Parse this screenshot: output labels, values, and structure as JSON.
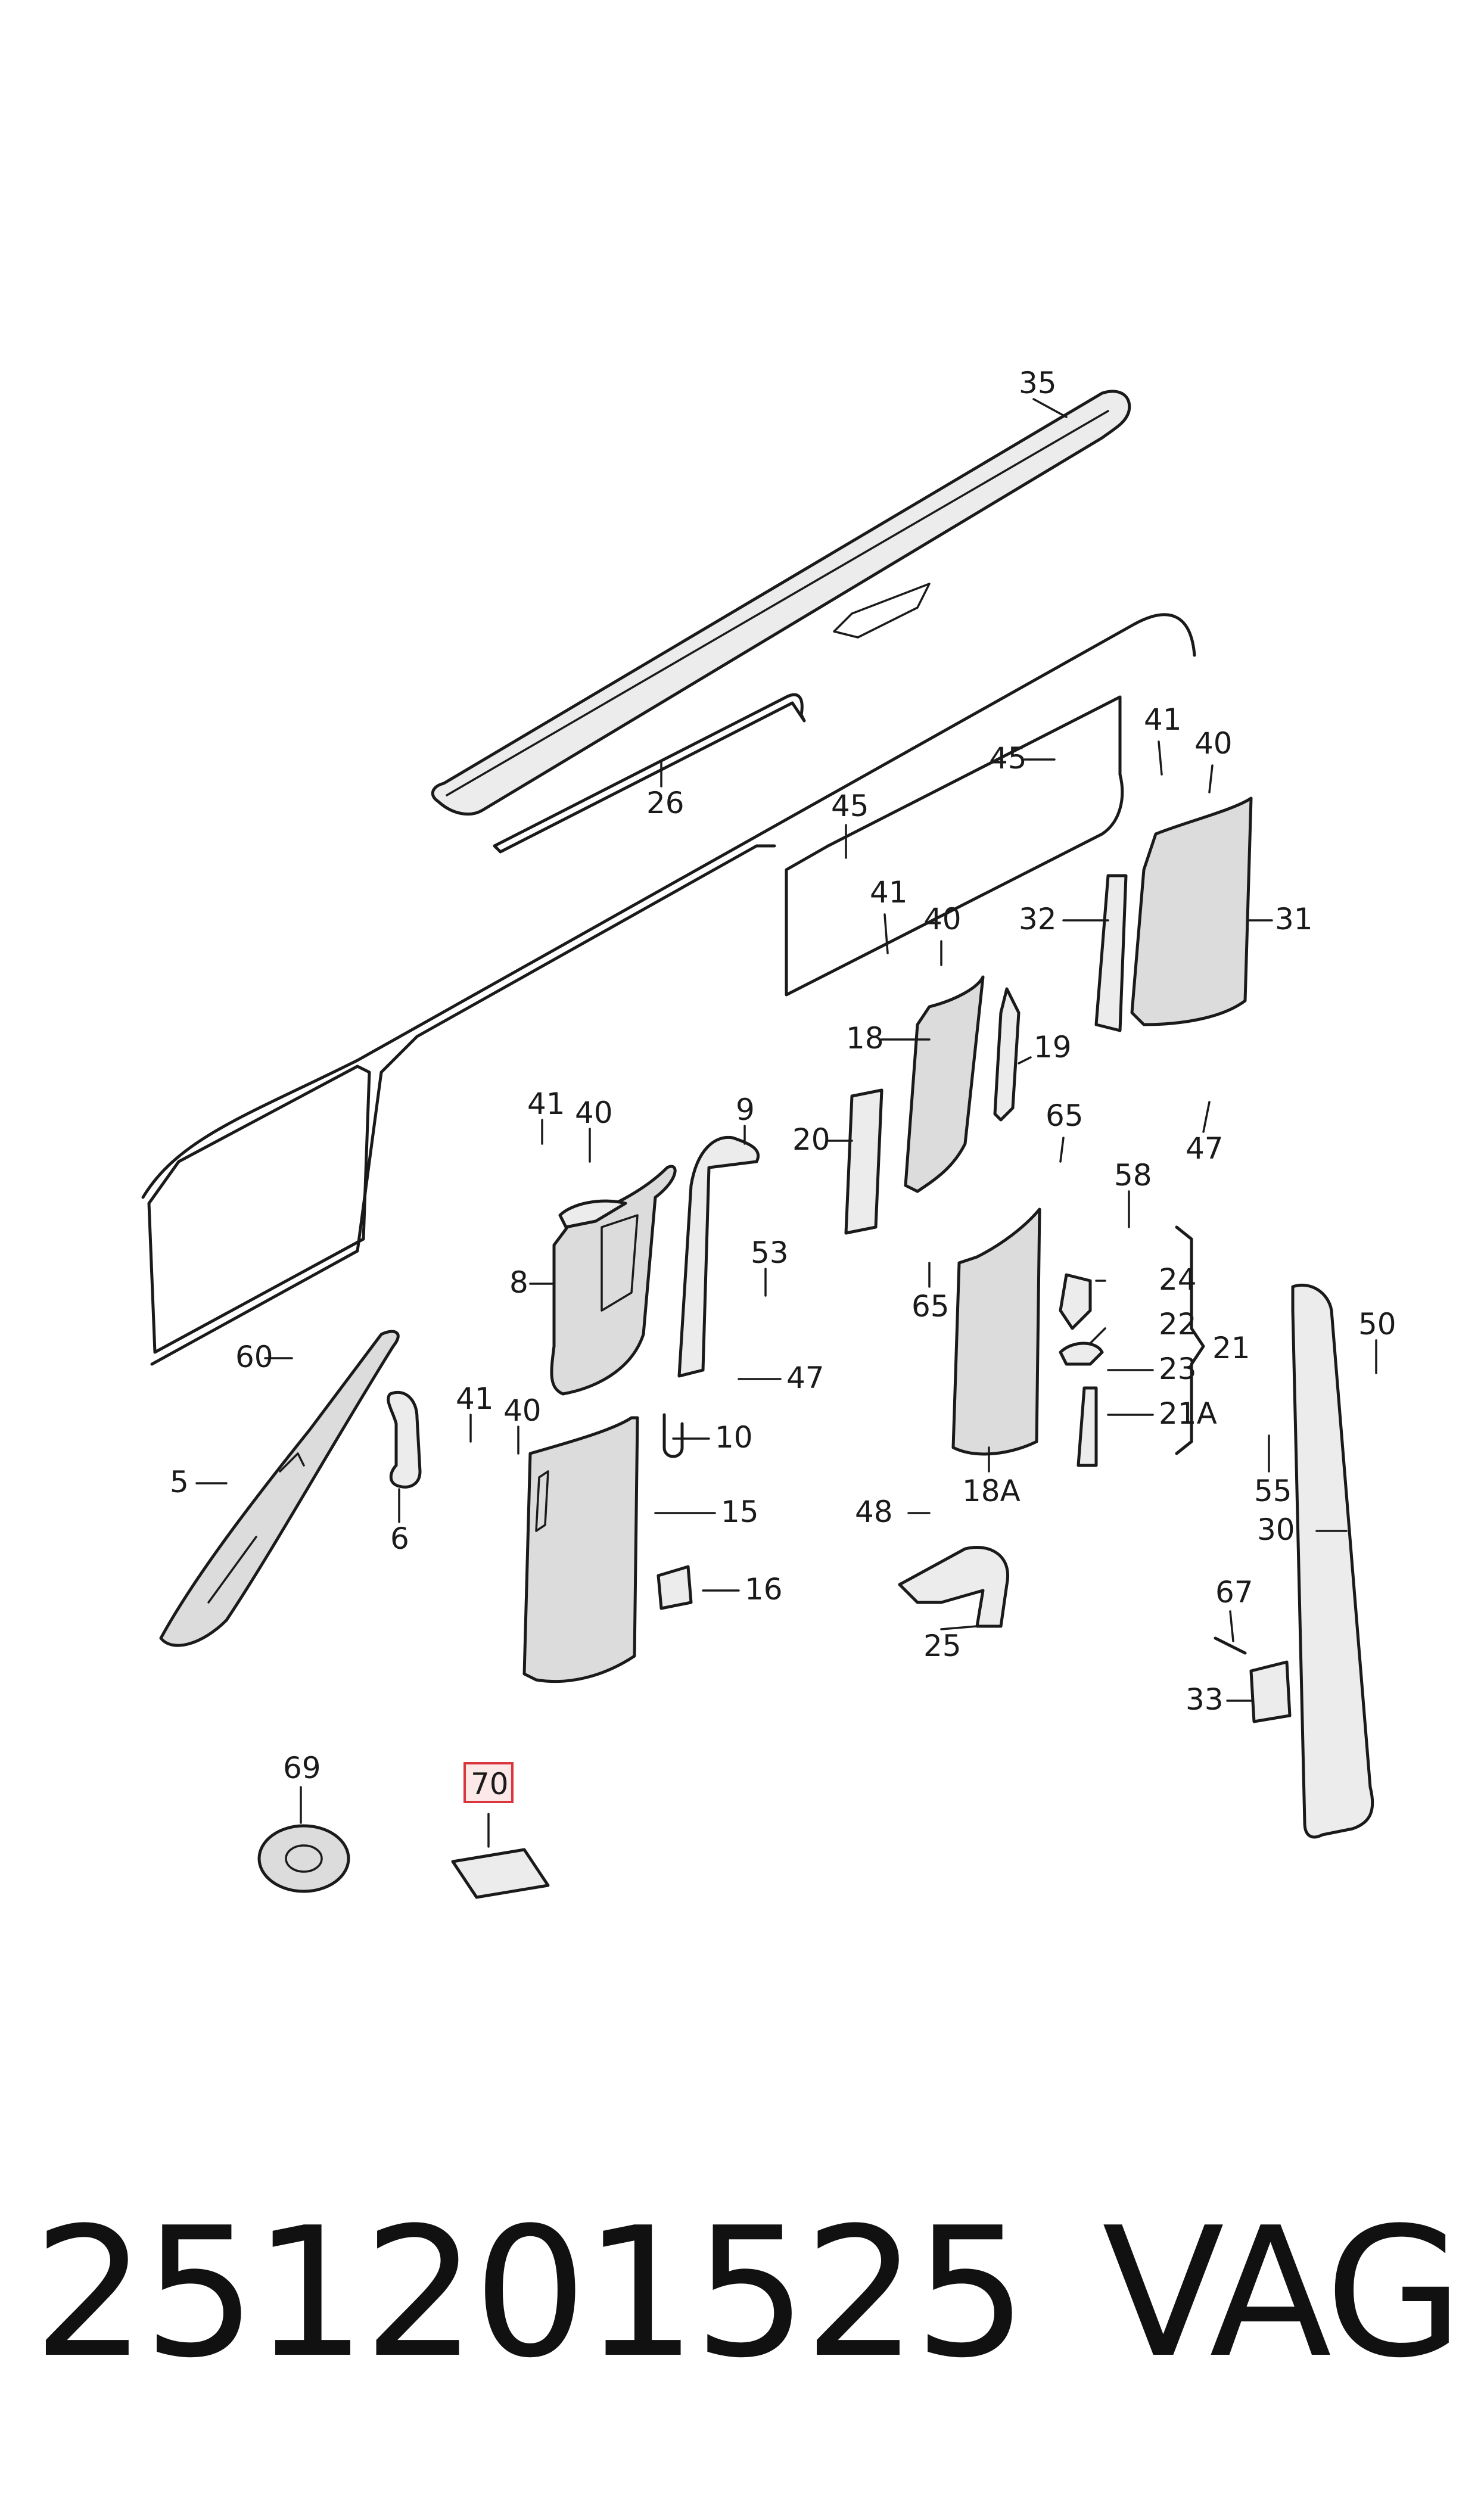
{
  "diagram": {
    "callouts": [
      {
        "id": "35",
        "text": "35"
      },
      {
        "id": "26",
        "text": "26"
      },
      {
        "id": "45a",
        "text": "45"
      },
      {
        "id": "45b",
        "text": "45"
      },
      {
        "id": "41a",
        "text": "41"
      },
      {
        "id": "40a",
        "text": "40"
      },
      {
        "id": "41b",
        "text": "41"
      },
      {
        "id": "40b",
        "text": "40"
      },
      {
        "id": "32",
        "text": "32"
      },
      {
        "id": "31",
        "text": "31"
      },
      {
        "id": "18",
        "text": "18"
      },
      {
        "id": "19",
        "text": "19"
      },
      {
        "id": "65a",
        "text": "65"
      },
      {
        "id": "20",
        "text": "20"
      },
      {
        "id": "47a",
        "text": "47"
      },
      {
        "id": "9",
        "text": "9"
      },
      {
        "id": "41c",
        "text": "41"
      },
      {
        "id": "40c",
        "text": "40"
      },
      {
        "id": "58",
        "text": "58"
      },
      {
        "id": "53",
        "text": "53"
      },
      {
        "id": "8",
        "text": "8"
      },
      {
        "id": "65b",
        "text": "65"
      },
      {
        "id": "24",
        "text": "24"
      },
      {
        "id": "22",
        "text": "22"
      },
      {
        "id": "21",
        "text": "21"
      },
      {
        "id": "23",
        "text": "23"
      },
      {
        "id": "21A",
        "text": "21A"
      },
      {
        "id": "50",
        "text": "50"
      },
      {
        "id": "60",
        "text": "60"
      },
      {
        "id": "47b",
        "text": "47"
      },
      {
        "id": "41d",
        "text": "41"
      },
      {
        "id": "40d",
        "text": "40"
      },
      {
        "id": "10",
        "text": "10"
      },
      {
        "id": "5",
        "text": "5"
      },
      {
        "id": "15",
        "text": "15"
      },
      {
        "id": "55",
        "text": "55"
      },
      {
        "id": "18A",
        "text": "18A"
      },
      {
        "id": "6",
        "text": "6"
      },
      {
        "id": "48",
        "text": "48"
      },
      {
        "id": "30",
        "text": "30"
      },
      {
        "id": "16",
        "text": "16"
      },
      {
        "id": "25",
        "text": "25"
      },
      {
        "id": "67",
        "text": "67"
      },
      {
        "id": "33",
        "text": "33"
      },
      {
        "id": "69",
        "text": "69"
      },
      {
        "id": "70",
        "text": "70",
        "highlighted": true
      }
    ],
    "highlight_color": "#d9363e"
  },
  "footer": {
    "part_number": "251201525",
    "brand": "VAG"
  }
}
